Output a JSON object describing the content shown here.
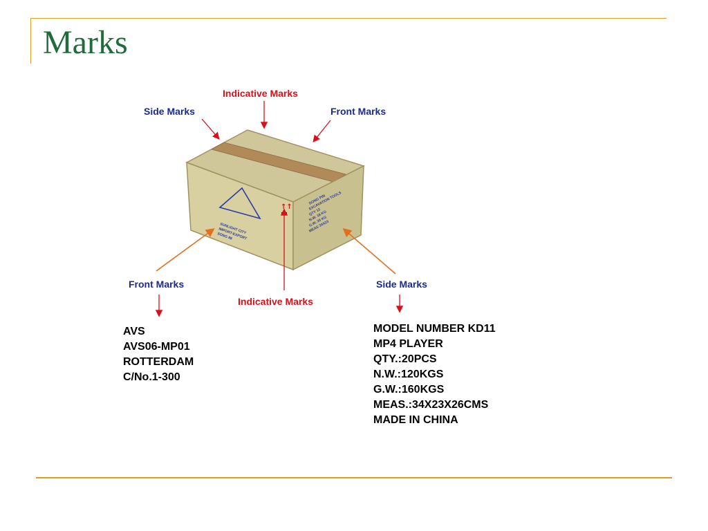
{
  "slide": {
    "title": "Marks",
    "accent_color": "#d8a020",
    "title_color": "#1f6b3a"
  },
  "diagram": {
    "label_colors": {
      "blue": "#1c2a8f",
      "red": "#d8101a"
    },
    "labels": {
      "indicative_top": "Indicative Marks",
      "side_top": "Side Marks",
      "front_top": "Front Marks",
      "front_bottom": "Front Marks",
      "indicative_bottom": "Indicative Marks",
      "side_bottom": "Side Marks"
    },
    "front_marks_list": [
      "AVS",
      "AVS06-MP01",
      "ROTTERDAM",
      "C/No.1-300"
    ],
    "side_marks_list": [
      "MODEL NUMBER KD11",
      "MP4 PLAYER",
      "QTY.:20PCS",
      "N.W.:120KGS",
      "G.W.:160KGS",
      "MEAS.:34X23X26CMS",
      "MADE IN CHINA"
    ],
    "box_front_print": [
      "SUNLIGHT CITY",
      "IMPORT-EXPORT",
      "SONG 88"
    ],
    "box_side_print": [
      "DONG PIN",
      "EXCAVATION TOOLS",
      "QTY 12",
      "N.W. 18 KG",
      "G.W. 20 KG",
      "MEAS 34X23"
    ],
    "box_symbol": "↑↑"
  }
}
